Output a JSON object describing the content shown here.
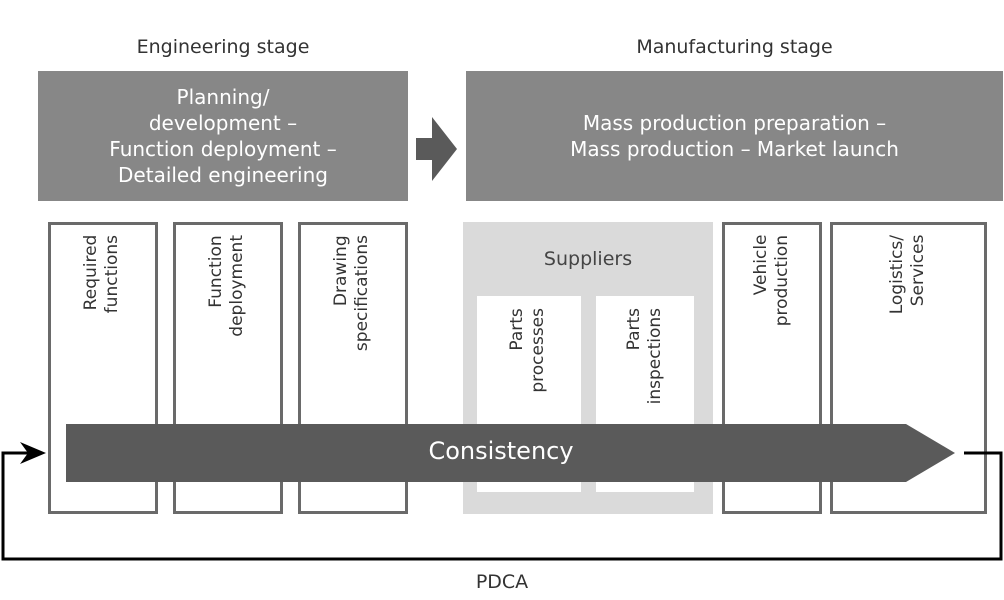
{
  "stages": {
    "engineering": {
      "title": "Engineering stage",
      "box_text": "Planning/\ndevelopment –\nFunction deployment –\nDetailed engineering"
    },
    "manufacturing": {
      "title": "Manufacturing stage",
      "box_text": "Mass production preparation –\nMass production – Market launch"
    }
  },
  "columns": {
    "required_functions": "Required\nfunctions",
    "function_deployment": "Function\ndeployment",
    "drawing_specifications": "Drawing\nspecifications",
    "suppliers": {
      "title": "Suppliers",
      "parts_processes": "Parts\nprocesses",
      "parts_inspections": "Parts\ninspections"
    },
    "vehicle_production": "Vehicle\nproduction",
    "logistics_services": "Logistics/\nServices"
  },
  "flow": {
    "consistency_label": "Consistency",
    "pdca_label": "PDCA"
  },
  "colors": {
    "header_fill": "#878787",
    "arrow_fill": "#5a5a5a",
    "suppliers_fill": "#dadada",
    "column_border": "#6a6a6a",
    "loop_line": "#000000"
  }
}
